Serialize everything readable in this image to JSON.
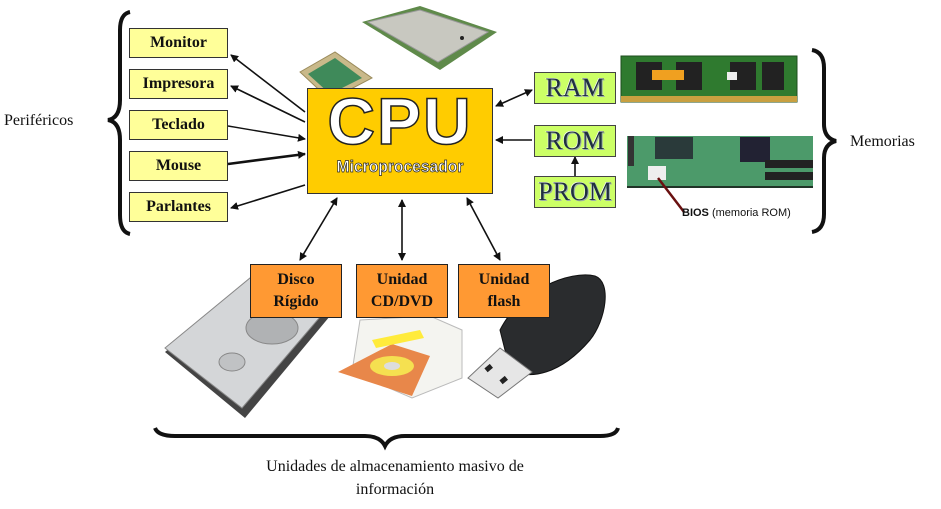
{
  "diagram": {
    "central": {
      "title": "CPU",
      "subtitle": "Microprocesador",
      "color": "#ffcc00"
    },
    "groups": {
      "peripherals": {
        "label": "Periféricos",
        "color": "#ffff99",
        "items": [
          {
            "label": "Monitor",
            "direction": "output"
          },
          {
            "label": "Impresora",
            "direction": "output"
          },
          {
            "label": "Teclado",
            "direction": "input"
          },
          {
            "label": "Mouse",
            "direction": "input"
          },
          {
            "label": "Parlantes",
            "direction": "output"
          }
        ]
      },
      "memories": {
        "label": "Memorias",
        "color": "#ccff66",
        "items": [
          {
            "label": "RAM",
            "direction": "bidirectional"
          },
          {
            "label": "ROM",
            "direction": "input"
          },
          {
            "label": "PROM",
            "direction": "to-ROM"
          }
        ],
        "bios_caption_bold": "BIOS",
        "bios_caption_rest": "(memoria ROM)"
      },
      "storage": {
        "label_line1": "Unidades de almacenamiento masivo de",
        "label_line2": "información",
        "color": "#ff9933",
        "items": [
          {
            "line1": "Disco",
            "line2": "Rígido",
            "direction": "bidirectional"
          },
          {
            "line1": "Unidad",
            "line2": "CD/DVD",
            "direction": "bidirectional"
          },
          {
            "line1": "Unidad",
            "line2": "flash",
            "direction": "bidirectional"
          }
        ]
      }
    },
    "images": [
      "cpu-chip",
      "cpu-pins",
      "ram-module",
      "motherboard-bios",
      "hard-disk",
      "cd-dvd-drive",
      "usb-flash-drive"
    ]
  }
}
